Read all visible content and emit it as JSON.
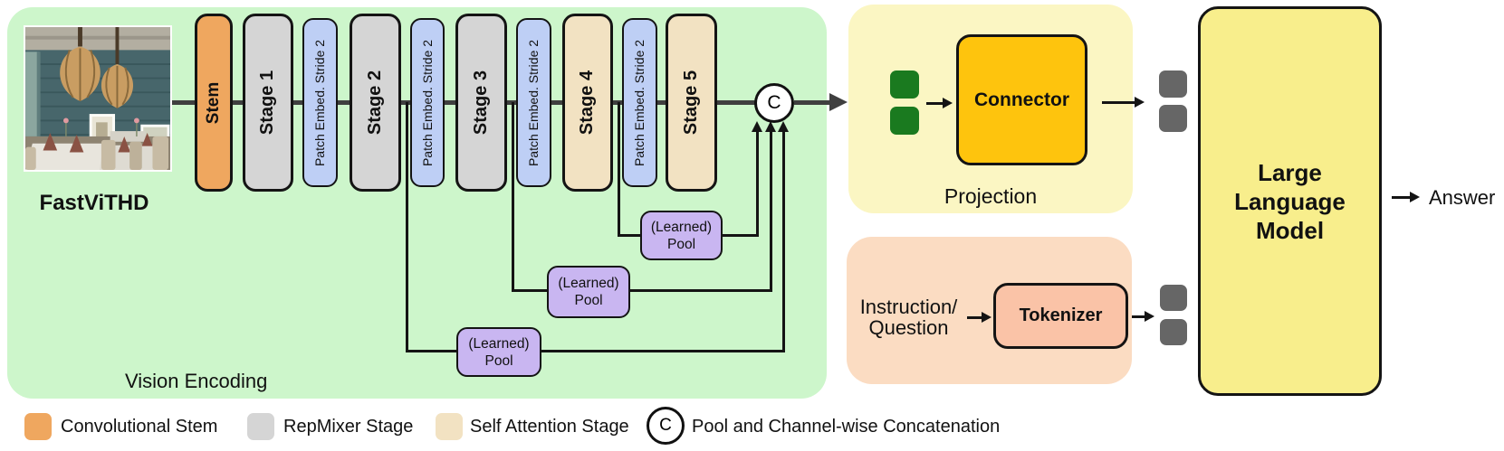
{
  "vision": {
    "panel_label": "Vision Encoding",
    "image_label": "FastViTHD",
    "pipeline": [
      {
        "label": "Stem",
        "type": "convolutional-stem"
      },
      {
        "label": "Stage 1",
        "type": "repmixer-stage"
      },
      {
        "label": "Patch Embed. Stride 2",
        "type": "patch-embed"
      },
      {
        "label": "Stage 2",
        "type": "repmixer-stage"
      },
      {
        "label": "Patch Embed. Stride 2",
        "type": "patch-embed"
      },
      {
        "label": "Stage 3",
        "type": "repmixer-stage"
      },
      {
        "label": "Patch Embed. Stride 2",
        "type": "patch-embed"
      },
      {
        "label": "Stage 4",
        "type": "self-attention-stage"
      },
      {
        "label": "Patch Embed. Stride 2",
        "type": "patch-embed"
      },
      {
        "label": "Stage 5",
        "type": "self-attention-stage"
      }
    ],
    "concat_symbol": "C",
    "pool": {
      "line1": "(Learned)",
      "line2": "Pool"
    }
  },
  "projection": {
    "panel_label": "Projection",
    "connector_label": "Connector"
  },
  "instruction": {
    "line1": "Instruction/",
    "line2": "Question",
    "tokenizer_label": "Tokenizer"
  },
  "llm": {
    "line1": "Large",
    "line2": "Language",
    "line3": "Model"
  },
  "answer_label": "Answer",
  "legend": {
    "items": [
      {
        "label": "Convolutional Stem",
        "swatch": "orange"
      },
      {
        "label": "RepMixer Stage",
        "swatch": "gray"
      },
      {
        "label": "Self Attention Stage",
        "swatch": "tan"
      },
      {
        "label": "Pool and Channel-wise Concatenation",
        "swatch": "circle",
        "symbol": "C"
      }
    ]
  },
  "colors": {
    "panel_green": "#cdf6cb",
    "stem_orange": "#efa75f",
    "repmixer_gray": "#d5d5d5",
    "patch_blue": "#becff5",
    "attention_tan": "#f2e2c2",
    "pool_purple": "#c9b6f1",
    "projection_yellow": "#fbf6c3",
    "connector_gold": "#fec40d",
    "token_green": "#1a7a1f",
    "token_gray": "#666666",
    "llm_yellow": "#f8ee8c",
    "instruction_peach": "#fbdcc2",
    "tokenizer_salmon": "#fac3a7",
    "main_line_gray": "#3f3f3f"
  }
}
